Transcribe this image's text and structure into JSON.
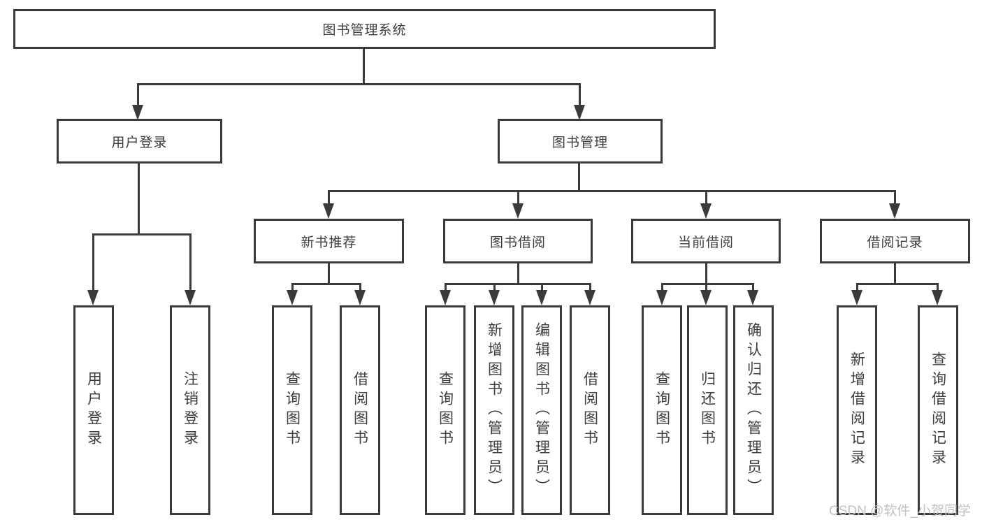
{
  "diagram": {
    "title": "图书管理系统",
    "tree": {
      "root": {
        "label": "图书管理系统"
      },
      "branches": [
        {
          "label": "用户登录",
          "children": [
            {
              "label": "用户登录"
            },
            {
              "label": "注销登录"
            }
          ]
        },
        {
          "label": "图书管理",
          "children": [
            {
              "label": "新书推荐",
              "children": [
                {
                  "label": "查询图书"
                },
                {
                  "label": "借阅图书"
                }
              ]
            },
            {
              "label": "图书借阅",
              "children": [
                {
                  "label": "查询图书"
                },
                {
                  "label": "新增图书（管理员）"
                },
                {
                  "label": "编辑图书（管理员）"
                },
                {
                  "label": "借阅图书"
                }
              ]
            },
            {
              "label": "当前借阅",
              "children": [
                {
                  "label": "查询图书"
                },
                {
                  "label": "归还图书"
                },
                {
                  "label": "确认归还（管理员）"
                }
              ]
            },
            {
              "label": "借阅记录",
              "children": [
                {
                  "label": "新增借阅记录"
                },
                {
                  "label": "查询借阅记录"
                }
              ]
            }
          ]
        }
      ]
    },
    "colors": {
      "line": "#3a3a3a",
      "text": "#3d3d3d",
      "background": "#ffffff",
      "watermark_color": "#c2c2c2"
    }
  },
  "watermark": {
    "text": "CSDN @软件_小贺同学"
  }
}
